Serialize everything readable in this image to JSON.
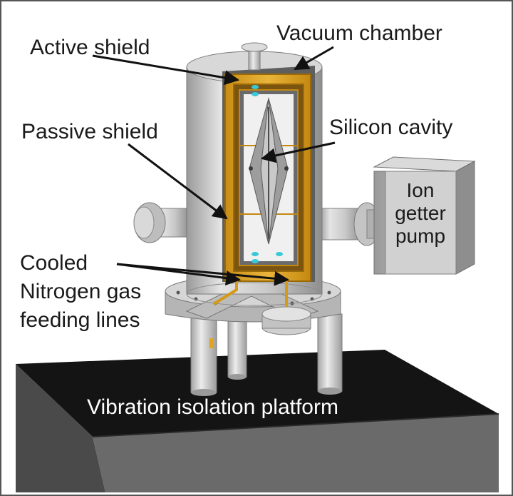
{
  "labels": {
    "vacuum_chamber": "Vacuum chamber",
    "active_shield": "Active shield",
    "passive_shield": "Passive shield",
    "silicon_cavity": "Silicon cavity",
    "ion_pump_line1": "Ion",
    "ion_pump_line2": "getter",
    "ion_pump_line3": "pump",
    "cooled_line1": "Cooled",
    "cooled_line2": "Nitrogen gas",
    "cooled_line3": "feeding lines",
    "platform": "Vibration isolation platform"
  },
  "colors": {
    "steel_light": "#d4d4d4",
    "steel_mid": "#b9b9b9",
    "steel_dark": "#8e8e8e",
    "gold": "#e0a520",
    "gold_dark": "#b57e10",
    "platform_top": "#111111",
    "platform_side": "#6f6f6f",
    "frame": "#444444"
  }
}
